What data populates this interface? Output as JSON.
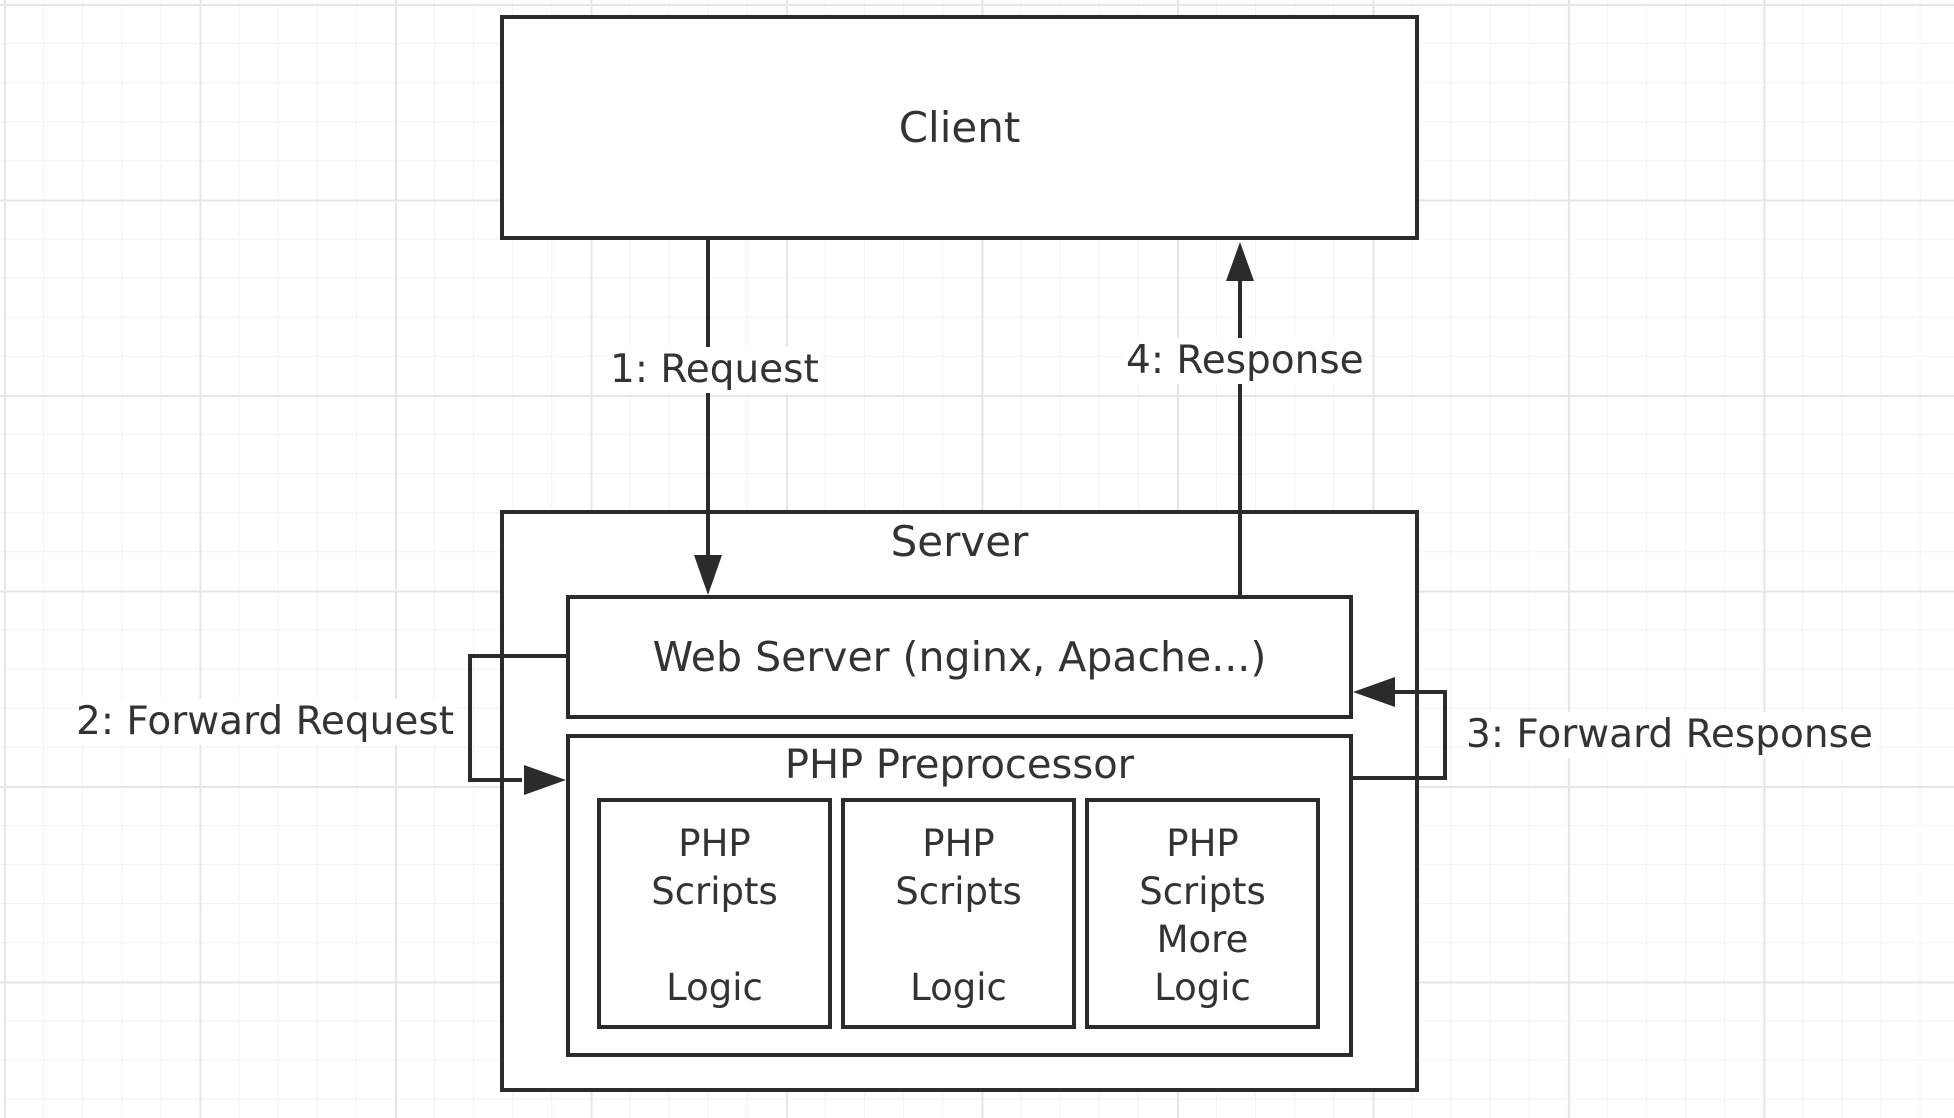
{
  "nodes": {
    "client": "Client",
    "server": "Server",
    "web_server": "Web Server (nginx, Apache...)",
    "php_preprocessor": "PHP Preprocessor",
    "scripts": [
      {
        "text": "PHP\nScripts\n\nLogic"
      },
      {
        "text": "PHP\nScripts\n\nLogic"
      },
      {
        "text": "PHP\nScripts\nMore\nLogic"
      }
    ]
  },
  "edges": {
    "request": "1: Request",
    "forward_request": "2: Forward Request",
    "forward_response": "3: Forward Response",
    "response": "4: Response"
  },
  "colors": {
    "stroke": "#2b2b2b",
    "text": "#333333",
    "grid": "#e6e6e6"
  }
}
